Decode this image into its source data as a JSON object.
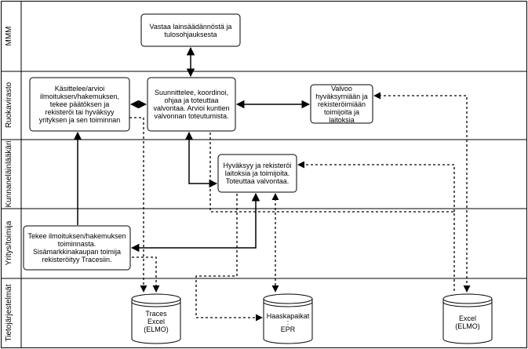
{
  "lanes": [
    {
      "id": "mmm",
      "label": "MMM"
    },
    {
      "id": "ruokavirasto",
      "label": "Ruokavirasto"
    },
    {
      "id": "kunnaneläinlääkäri",
      "label": "Kunnaneläinlääkäri"
    },
    {
      "id": "yritys",
      "label": "Yritys/toimija"
    },
    {
      "id": "tietojarjestelmat",
      "label": "Tietojärjestelmät"
    }
  ],
  "boxes": {
    "mmm_box": "Vastaa lainsäädännöstä ja\ntulosohjauksesta",
    "ruoka_left": "Käsittelee/arvioi\nilmoituksen/hakemuksen,\ntekee päätöksen ja\nrekisteröi tai hyväksyy\nyrityksen ja sen toiminnan",
    "ruoka_center": "Suunnittelee, koordinoi,\nohjaa ja toteuttaa\nvalvontaa. Arvioi kuntien\nvalvonnan toteutumista.",
    "ruoka_right": "Valvoo\nhyväksymiään ja\nrekisteröimiään\ntoimijoita ja\nlaitoksia",
    "kunta_box": "Hyväksyy ja rekisteröi\nlaitoksia ja toimijoita.\nToteuttaa valvontaa.",
    "yritys_box": "Tekee ilmoituksen/hakemuksen\ntoiminnasta.\nSisämarkkinakaupan toimija\nrekisteröityy Tracesiin."
  },
  "databases": {
    "db1": "Traces\nExcel\n(ELMO)",
    "db2_title": "Haaskapaikat",
    "db2_colon": ":",
    "db2_sub": "EPR",
    "db3": "Excel\n(ELMO)"
  }
}
